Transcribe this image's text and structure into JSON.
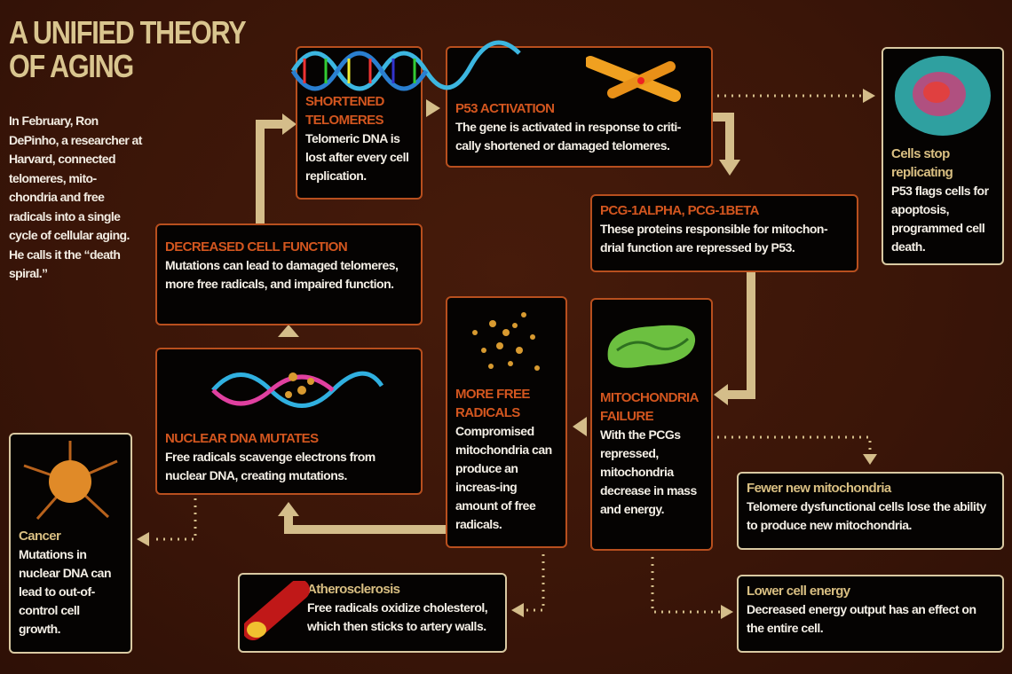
{
  "title": "A UNIFIED THEORY OF AGING",
  "intro": "In February, Ron DePinho, a researcher at Harvard, connected telomeres, mito-chondria and free radicals into a single cycle of cellular aging. He calls it the “death spiral.”",
  "boxes": {
    "telomeres": {
      "heading": "SHORTENED TELOMERES",
      "body": "Telomeric DNA is lost after every cell replication."
    },
    "p53": {
      "heading": "P53 ACTIVATION",
      "body": "The gene is activated in response to criti-cally shortened or damaged telomeres."
    },
    "cells_stop": {
      "heading": "Cells stop replicating",
      "body": "P53 flags cells for apoptosis, programmed cell death."
    },
    "pcg": {
      "heading": "PCG-1ALPHA, PCG-1BETA",
      "body": "These proteins responsible for mitochon-drial function are repressed by P53."
    },
    "decreased": {
      "heading": "DECREASED CELL FUNCTION",
      "body": "Mutations can lead to damaged telomeres, more free radicals, and impaired function."
    },
    "nuclear": {
      "heading": "NUCLEAR DNA MUTATES",
      "body": "Free radicals scavenge electrons from nuclear DNA, creating mutations."
    },
    "radicals": {
      "heading": "MORE FREE RADICALS",
      "body": "Compromised mitochondria can produce an increas-ing amount of free radicals."
    },
    "mito": {
      "heading": "MITOCHONDRIA FAILURE",
      "body": "With the PCGs repressed, mitochondria decrease in mass and energy."
    },
    "fewer": {
      "heading": "Fewer new mitochondria",
      "body": "Telomere dysfunctional cells lose the ability to produce new mitochondria."
    },
    "energy": {
      "heading": "Lower cell energy",
      "body": "Decreased energy output has an effect on the entire cell."
    },
    "athero": {
      "heading": "Atherosclerosis",
      "body": "Free radicals oxidize cholesterol, which then sticks to artery walls."
    },
    "cancer": {
      "heading": "Cancer",
      "body": "Mutations in nuclear DNA can lead to out-of-control cell growth."
    }
  },
  "colors": {
    "background": "#3c1709",
    "accent": "#d3561f",
    "cream": "#d9c58f"
  }
}
